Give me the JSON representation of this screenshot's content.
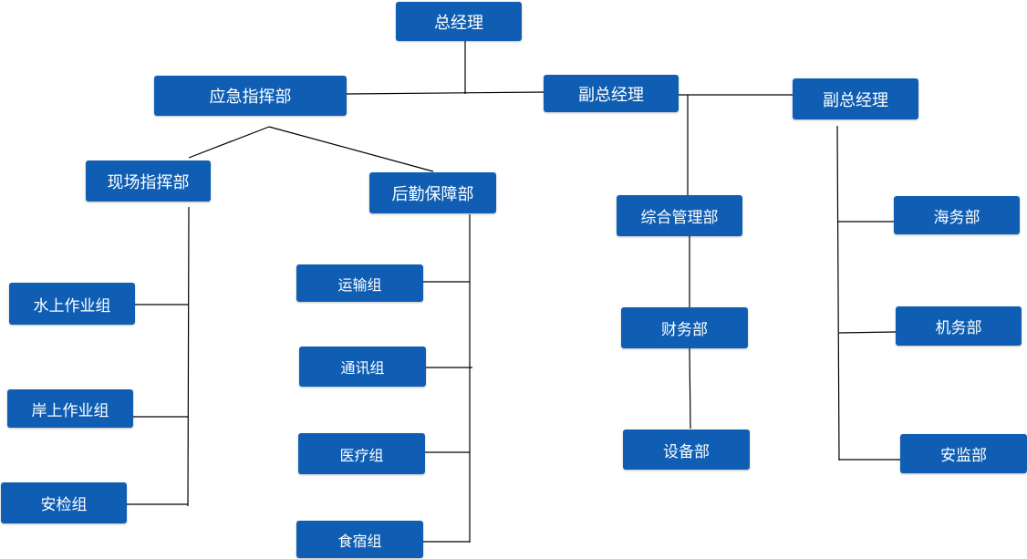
{
  "diagram": {
    "type": "org-chart",
    "line_color": "#000000",
    "box_color": "#0f5eb3",
    "text_color": "#ffffff",
    "nodes": {
      "general_manager": "总经理",
      "emergency_command_dept": "应急指挥部",
      "deputy_gm_1": "副总经理",
      "deputy_gm_2": "副总经理",
      "onsite_command_dept": "现场指挥部",
      "logistics_support_dept": "后勤保障部",
      "general_management_dept": "综合管理部",
      "water_operation_group": "水上作业组",
      "shore_operation_group": "岸上作业组",
      "security_check_group": "安检组",
      "transport_group": "运输组",
      "communication_group": "通讯组",
      "medical_group": "医疗组",
      "food_lodging_group": "食宿组",
      "finance_dept": "财务部",
      "equipment_dept": "设备部",
      "maritime_dept": "海务部",
      "engineering_dept": "机务部",
      "safety_supervision_dept": "安监部"
    }
  }
}
